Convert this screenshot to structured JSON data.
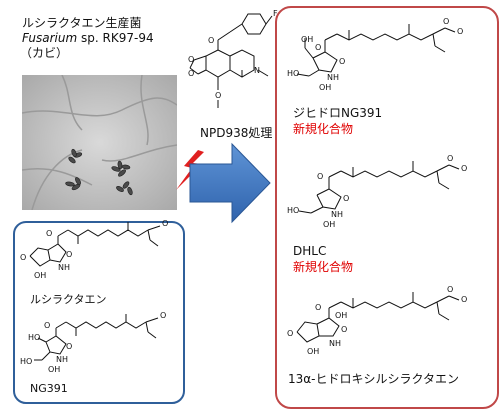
{
  "source": {
    "name_jp": "ルシラクタエン生産菌",
    "strain_italic": "Fusarium",
    "strain_rest": " sp. RK97-94",
    "note": "（カビ）"
  },
  "treatment": {
    "label": "NPD938処理"
  },
  "known_compounds": [
    {
      "name": "ルシラクタエン"
    },
    {
      "name": "NG391"
    }
  ],
  "new_compounds": [
    {
      "name": "ジヒドロNG391",
      "tag": "新規化合物"
    },
    {
      "name": "DHLC",
      "tag": "新規化合物"
    },
    {
      "name": "13α-ヒドロキシルシラクタエン"
    }
  ],
  "atom_labels": {
    "O": "O",
    "OH": "OH",
    "NH": "NH",
    "HO": "HO",
    "N": "N",
    "F": "F"
  },
  "colors": {
    "left_border": "#2f5f9a",
    "right_border": "#c04848",
    "arrow": "#3b73c0",
    "lightning": "#e02020",
    "new_tag": "#e00000"
  },
  "icons": [
    "fungus-micrograph",
    "lightning-bolt-icon",
    "right-arrow-icon"
  ]
}
